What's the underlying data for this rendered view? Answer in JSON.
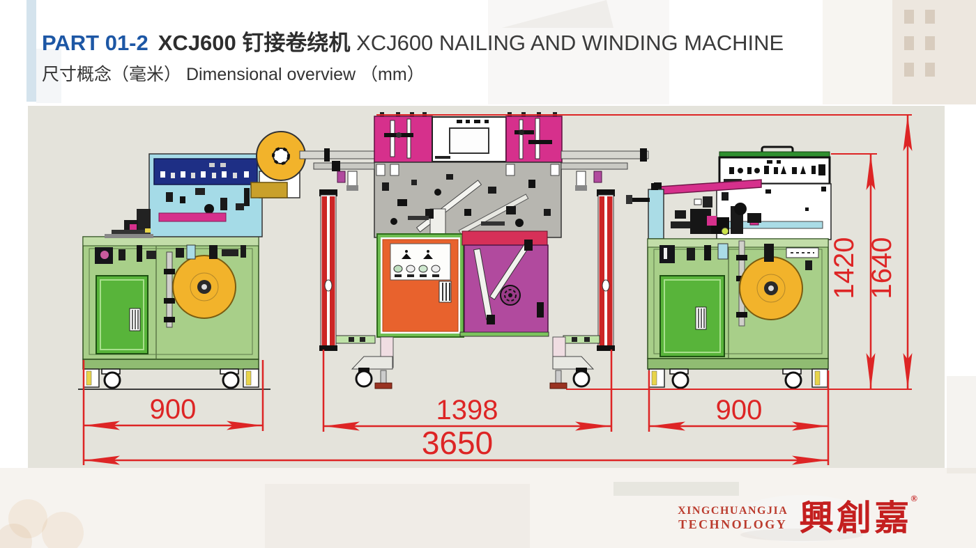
{
  "header": {
    "part_label": "PART 01-2",
    "title_cn": "XCJ600 钉接卷绕机",
    "title_en": "XCJ600 NAILING AND WINDING MACHINE",
    "subtitle": "尺寸概念（毫米） Dimensional overview （mm）"
  },
  "diagram": {
    "units": "mm",
    "dimensions": {
      "left_machine_width": "900",
      "center_machine_width": "1398",
      "right_machine_width": "900",
      "total_width": "3650",
      "inner_height": "1420",
      "total_height": "1640"
    }
  },
  "logo": {
    "company_line1": "XINGCHUANGJIA",
    "company_line2": "TECHNOLOGY",
    "calligraphy": "興創嘉",
    "registered_mark": "®"
  },
  "colors": {
    "dimension_red": "#dd2525",
    "panel_background": "#e4e3db",
    "title_blue": "#1d57a5",
    "machine_green": "#a8cf89",
    "machine_bright_green": "#58b43a",
    "machine_yellow": "#f2b32b",
    "machine_pink": "#d6308c",
    "machine_purple": "#b14a9e",
    "machine_orange": "#e8622d",
    "machine_cyan": "#aadce6",
    "machine_navy": "#1e2f85"
  }
}
